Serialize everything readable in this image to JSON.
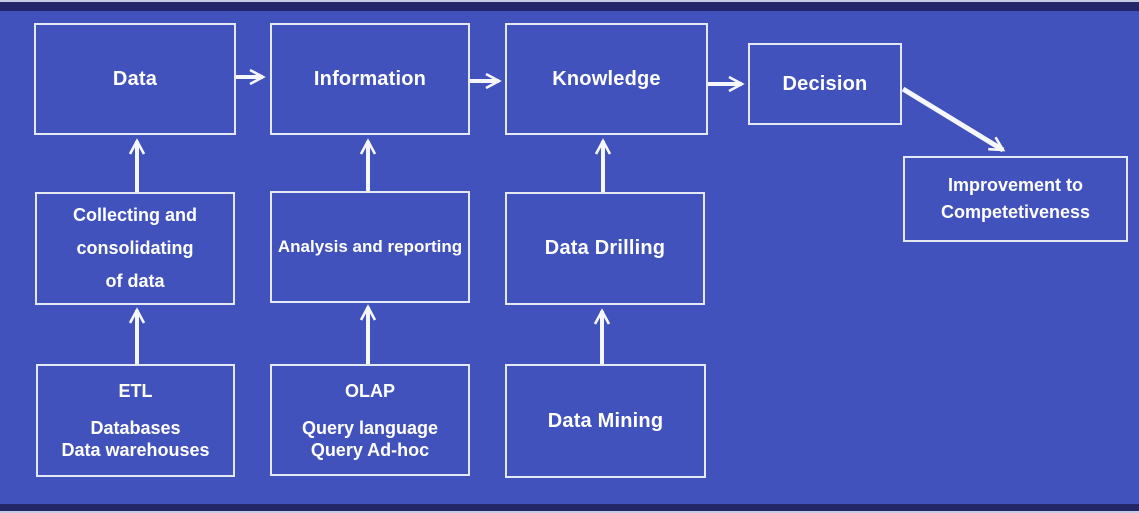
{
  "diagram": {
    "title_semantic": "business-intelligence-data-to-decision-flow",
    "colors": {
      "background": "#4152bd",
      "frame_bar": "#23276a",
      "frame_edge_line": "#c6cbe4",
      "box_border": "#e4e7f4",
      "text": "#ffffff",
      "arrow": "#f6f7fc"
    },
    "nodes": {
      "data": {
        "label": "Data"
      },
      "information": {
        "label": "Information"
      },
      "knowledge": {
        "label": "Knowledge"
      },
      "decision": {
        "label": "Decision"
      },
      "improvement": {
        "lines": [
          "Improvement to",
          "Competetiveness"
        ]
      },
      "collecting": {
        "lines": [
          "Collecting and",
          "consolidating",
          "of data"
        ]
      },
      "analysis": {
        "label": "Analysis and reporting"
      },
      "drilling": {
        "label": "Data Drilling"
      },
      "etl": {
        "lines": [
          "ETL",
          "Databases",
          "Data warehouses"
        ]
      },
      "olap": {
        "lines": [
          "OLAP",
          "Query language",
          "Query Ad-hoc"
        ]
      },
      "mining": {
        "label": "Data Mining"
      }
    },
    "edges": [
      {
        "from": "data",
        "to": "information",
        "direction": "right"
      },
      {
        "from": "information",
        "to": "knowledge",
        "direction": "right"
      },
      {
        "from": "knowledge",
        "to": "decision",
        "direction": "right"
      },
      {
        "from": "decision",
        "to": "improvement",
        "direction": "down-right"
      },
      {
        "from": "collecting",
        "to": "data",
        "direction": "up"
      },
      {
        "from": "analysis",
        "to": "information",
        "direction": "up"
      },
      {
        "from": "drilling",
        "to": "knowledge",
        "direction": "up"
      },
      {
        "from": "etl",
        "to": "collecting",
        "direction": "up"
      },
      {
        "from": "olap",
        "to": "analysis",
        "direction": "up"
      },
      {
        "from": "mining",
        "to": "drilling",
        "direction": "up"
      }
    ]
  }
}
